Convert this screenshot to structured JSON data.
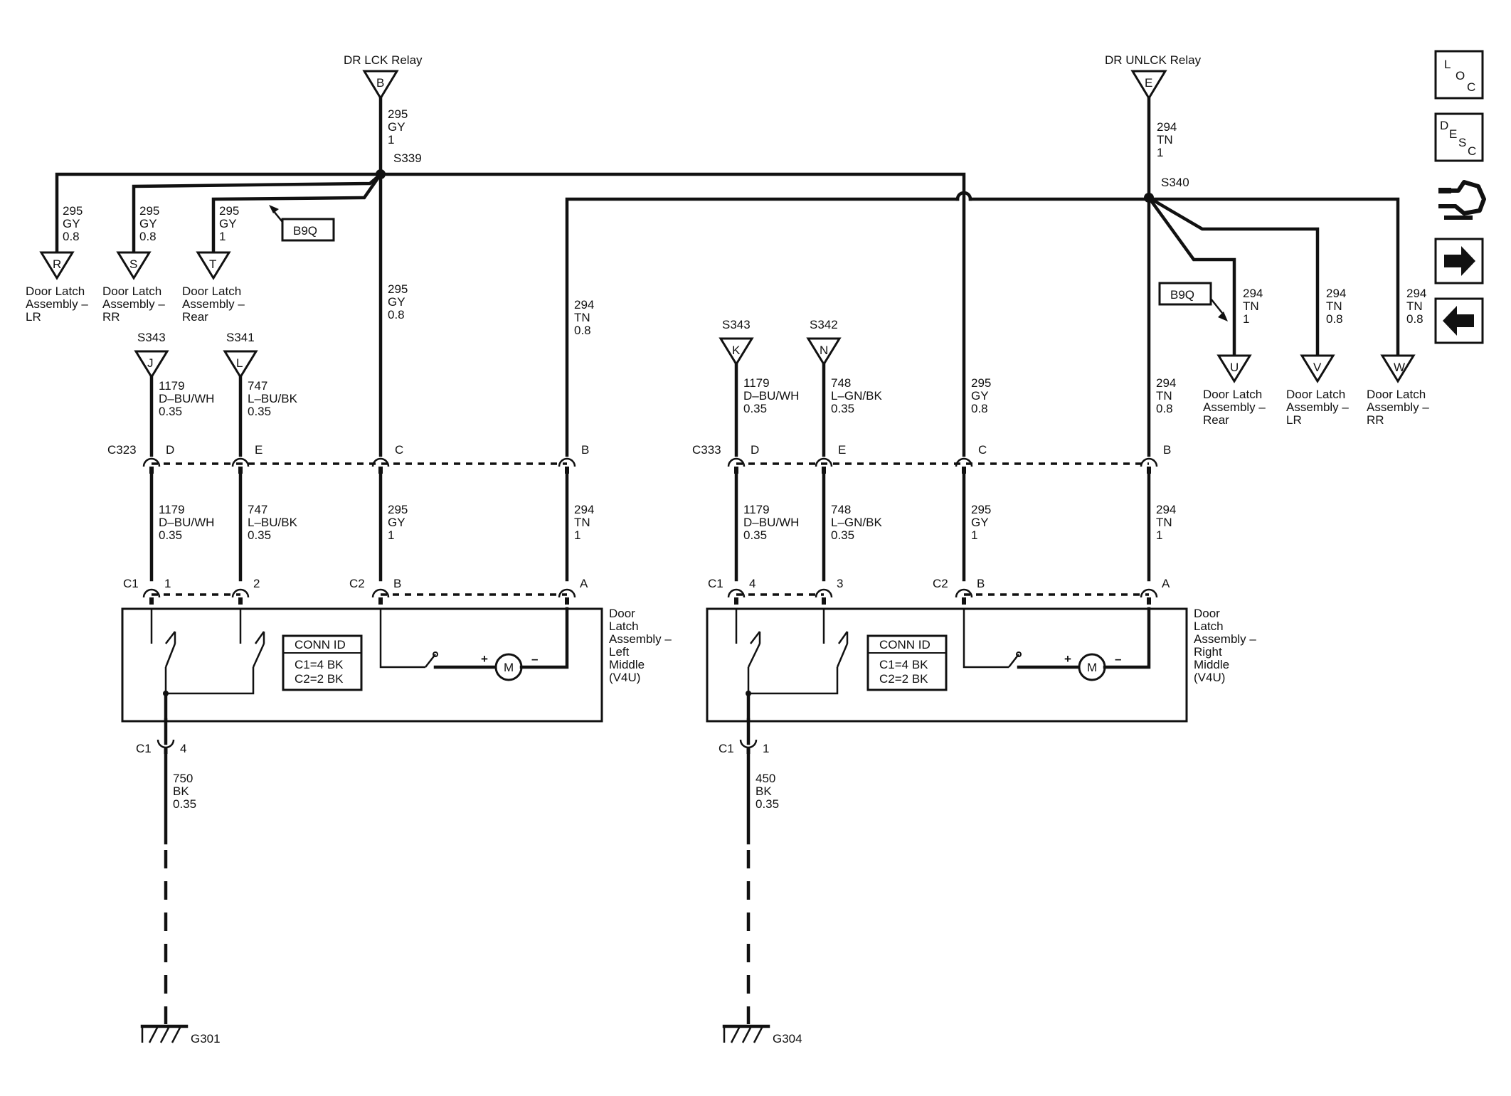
{
  "relays": {
    "lock": {
      "title": "DR LCK Relay",
      "pin": "B",
      "wire": [
        "295",
        "GY",
        "1"
      ],
      "splice": "S339"
    },
    "unlock": {
      "title": "DR UNLCK Relay",
      "pin": "E",
      "wire": [
        "294",
        "TN",
        "1"
      ],
      "splice": "S340"
    }
  },
  "lock_branches": [
    {
      "wire": [
        "295",
        "GY",
        "0.8"
      ],
      "pin": "R",
      "label": [
        "Door Latch",
        "Assembly –",
        "LR"
      ]
    },
    {
      "wire": [
        "295",
        "GY",
        "0.8"
      ],
      "pin": "S",
      "label": [
        "Door Latch",
        "Assembly –",
        "RR"
      ]
    },
    {
      "wire": [
        "295",
        "GY",
        "1"
      ],
      "pin": "T",
      "label": [
        "Door Latch",
        "Assembly –",
        "Rear"
      ]
    }
  ],
  "unlock_branches": [
    {
      "wire": [
        "294",
        "TN",
        "1"
      ],
      "pin": "U",
      "label": [
        "Door Latch",
        "Assembly –",
        "Rear"
      ]
    },
    {
      "wire": [
        "294",
        "TN",
        "0.8"
      ],
      "pin": "V",
      "label": [
        "Door Latch",
        "Assembly –",
        "LR"
      ]
    },
    {
      "wire": [
        "294",
        "TN",
        "0.8"
      ],
      "pin": "W",
      "label": [
        "Door Latch",
        "Assembly –",
        "RR"
      ]
    }
  ],
  "option_tag": "B9Q",
  "left": {
    "splices": [
      {
        "name": "S343",
        "pin": "J"
      },
      {
        "name": "S341",
        "pin": "L"
      }
    ],
    "upper_wires": [
      [
        "1179",
        "D–BU/WH",
        "0.35"
      ],
      [
        "747",
        "L–BU/BK",
        "0.35"
      ],
      [
        "295",
        "GY",
        "0.8"
      ],
      [
        "294",
        "TN",
        "0.8"
      ]
    ],
    "connector": {
      "name": "C323",
      "pins": [
        "D",
        "E",
        "C",
        "B"
      ]
    },
    "lower_wires": [
      [
        "1179",
        "D–BU/WH",
        "0.35"
      ],
      [
        "747",
        "L–BU/BK",
        "0.35"
      ],
      [
        "295",
        "GY",
        "1"
      ],
      [
        "294",
        "TN",
        "1"
      ]
    ],
    "c1": {
      "name": "C1",
      "pins": [
        "1",
        "2"
      ]
    },
    "c2": {
      "name": "C2",
      "pins": [
        "B",
        "A"
      ]
    },
    "component": [
      "Door",
      "Latch",
      "Assembly –",
      "Left",
      "Middle",
      "(V4U)"
    ],
    "conn_id": [
      "CONN ID",
      "C1=4 BK",
      "C2=2 BK"
    ],
    "ground_conn": {
      "name": "C1",
      "pin": "4"
    },
    "ground_wire": [
      "750",
      "BK",
      "0.35"
    ],
    "ground": "G301"
  },
  "right": {
    "splices": [
      {
        "name": "S343",
        "pin": "K"
      },
      {
        "name": "S342",
        "pin": "N"
      }
    ],
    "upper_wires": [
      [
        "1179",
        "D–BU/WH",
        "0.35"
      ],
      [
        "748",
        "L–GN/BK",
        "0.35"
      ],
      [
        "295",
        "GY",
        "0.8"
      ],
      [
        "294",
        "TN",
        "0.8"
      ]
    ],
    "connector": {
      "name": "C333",
      "pins": [
        "D",
        "E",
        "C",
        "B"
      ]
    },
    "lower_wires": [
      [
        "1179",
        "D–BU/WH",
        "0.35"
      ],
      [
        "748",
        "L–GN/BK",
        "0.35"
      ],
      [
        "295",
        "GY",
        "1"
      ],
      [
        "294",
        "TN",
        "1"
      ]
    ],
    "c1": {
      "name": "C1",
      "pins": [
        "4",
        "3"
      ]
    },
    "c2": {
      "name": "C2",
      "pins": [
        "B",
        "A"
      ]
    },
    "component": [
      "Door",
      "Latch",
      "Assembly –",
      "Right",
      "Middle",
      "(V4U)"
    ],
    "conn_id": [
      "CONN ID",
      "C1=4 BK",
      "C2=2 BK"
    ],
    "ground_conn": {
      "name": "C1",
      "pin": "1"
    },
    "ground_wire": [
      "450",
      "BK",
      "0.35"
    ],
    "ground": "G304"
  },
  "motor": {
    "symbol": "M",
    "plus": "+",
    "minus": "–"
  },
  "nav": {
    "loc": [
      "L",
      "O",
      "C"
    ],
    "desc": [
      "D",
      "E",
      "S",
      "C"
    ],
    "icons": [
      "connector-icon",
      "forward-arrow-icon",
      "back-arrow-icon"
    ]
  }
}
